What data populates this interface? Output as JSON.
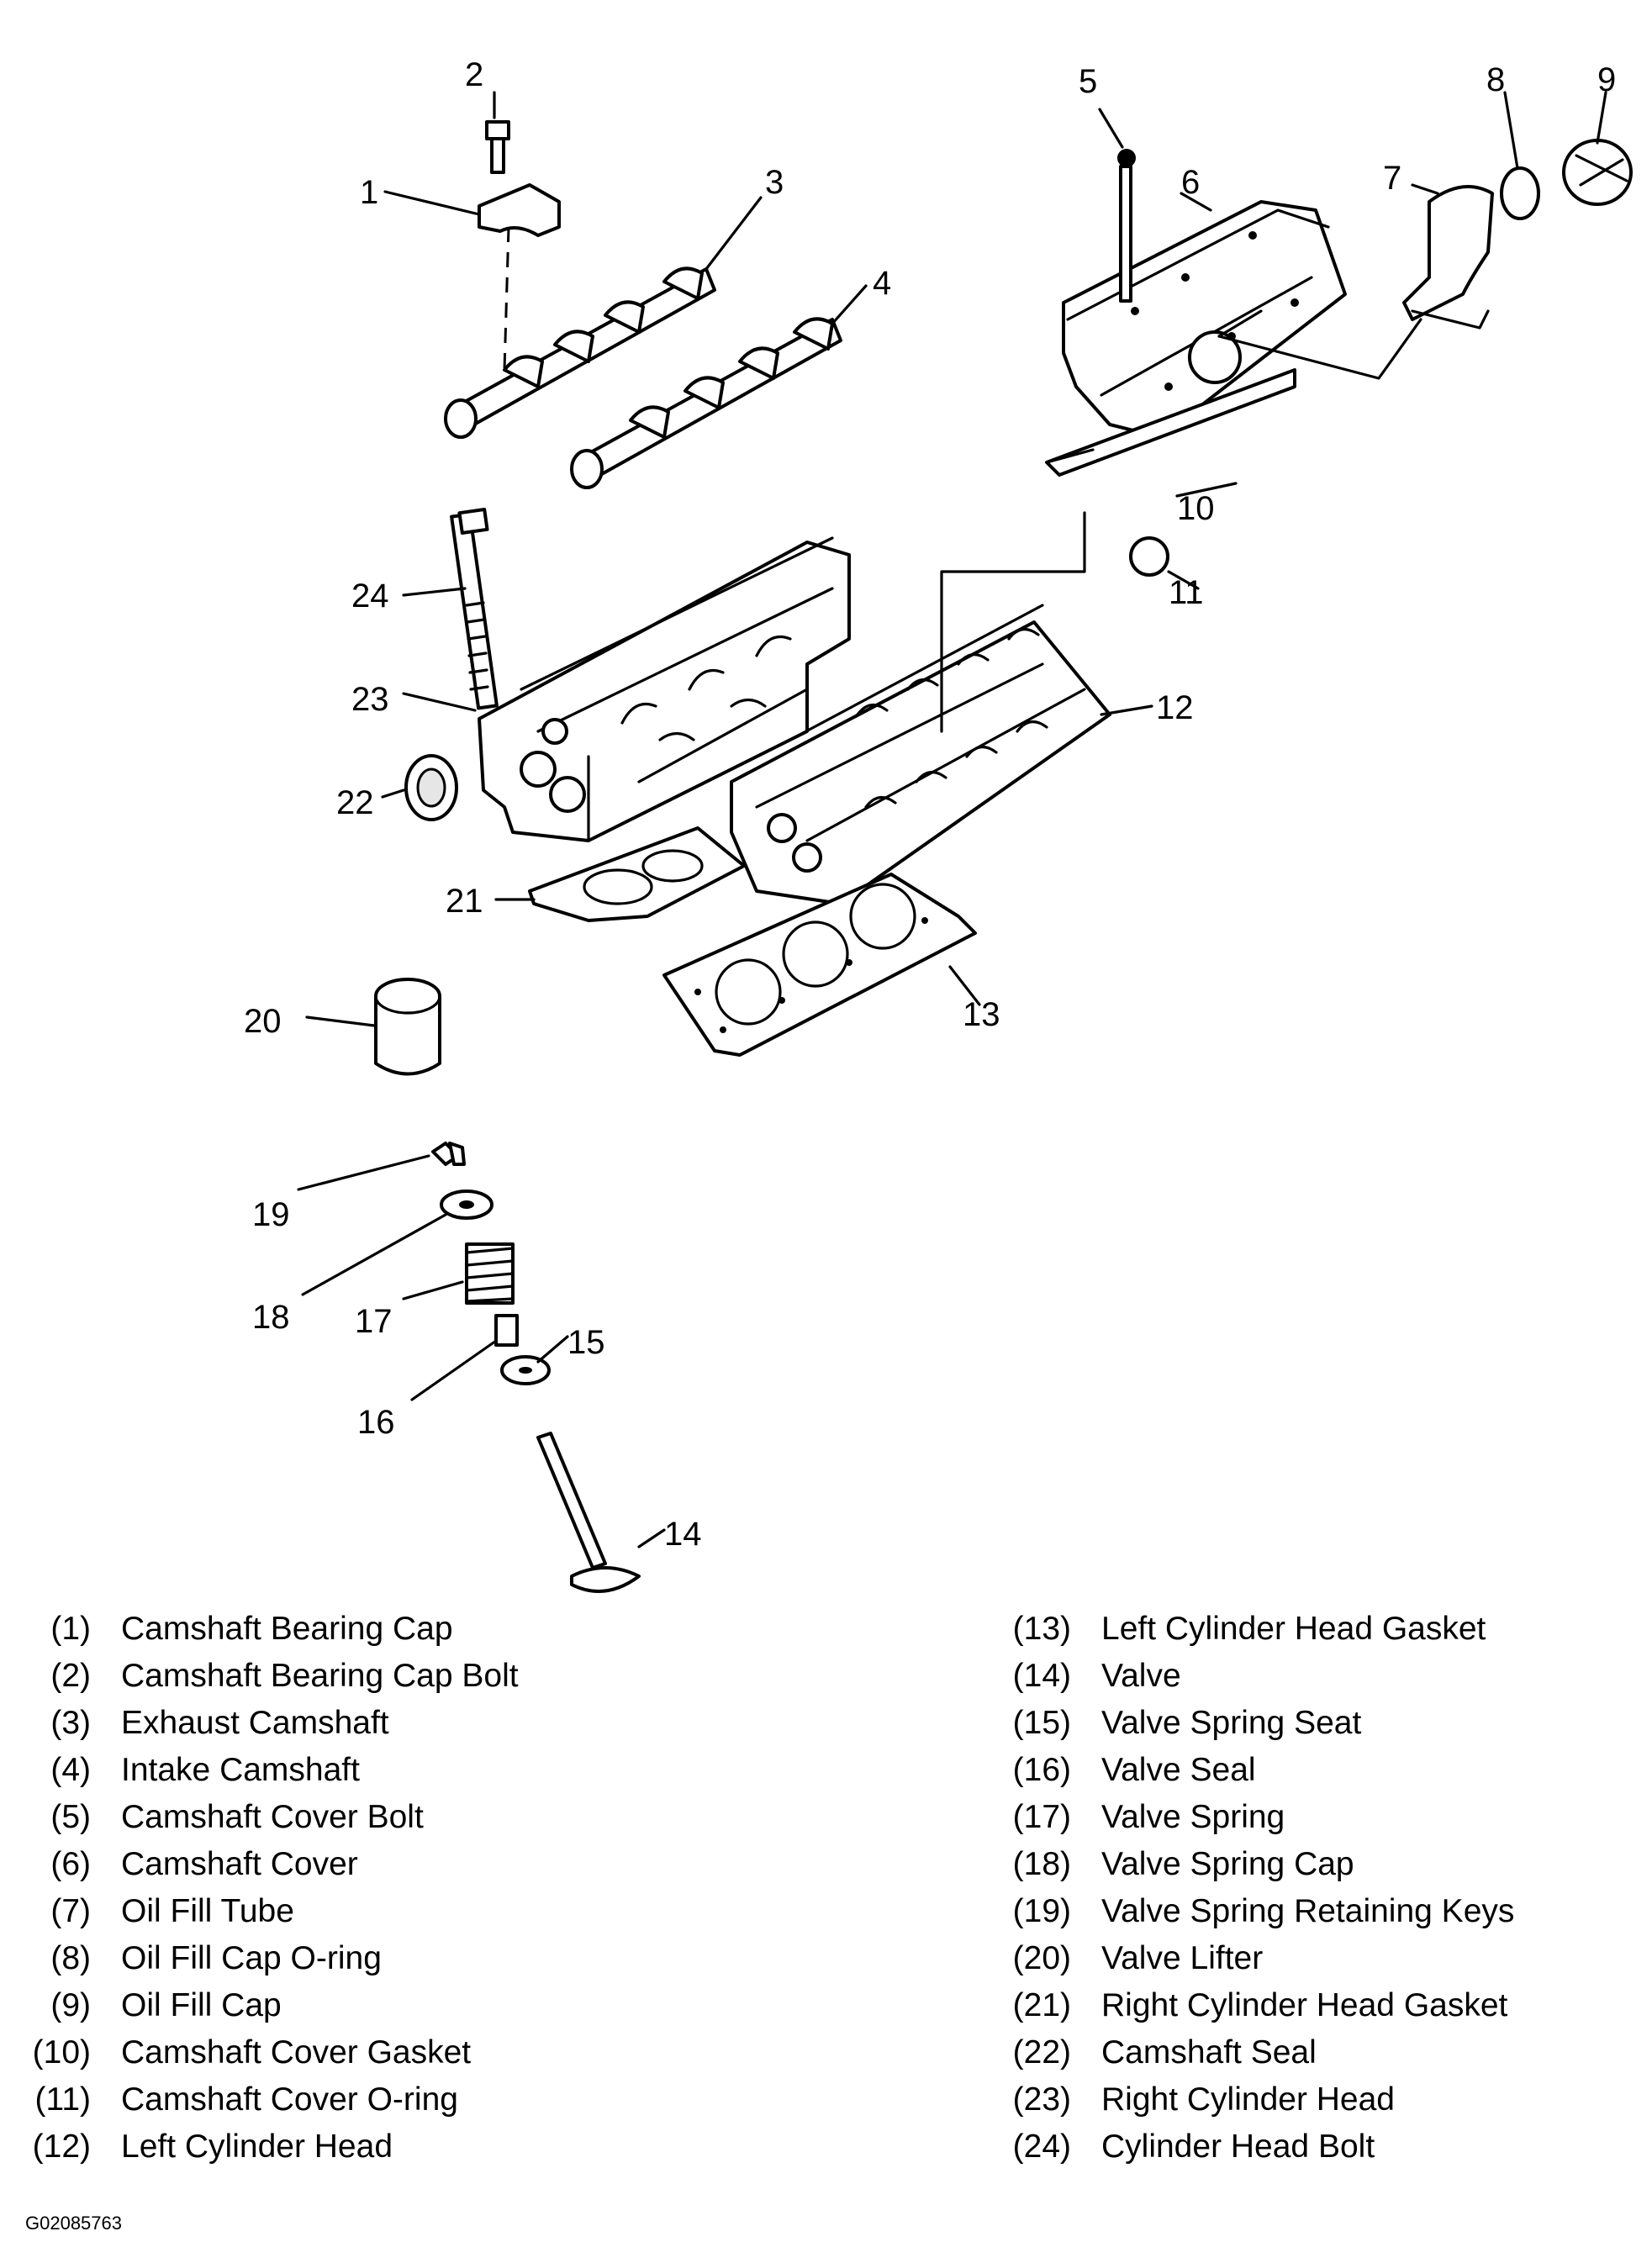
{
  "callouts": [
    "1",
    "2",
    "3",
    "4",
    "5",
    "6",
    "7",
    "8",
    "9",
    "10",
    "11",
    "12",
    "13",
    "14",
    "15",
    "16",
    "17",
    "18",
    "19",
    "20",
    "21",
    "22",
    "23",
    "24"
  ],
  "legend_left": [
    {
      "code": "(1)",
      "name": "Camshaft Bearing Cap"
    },
    {
      "code": "(2)",
      "name": "Camshaft Bearing Cap Bolt"
    },
    {
      "code": "(3)",
      "name": "Exhaust Camshaft"
    },
    {
      "code": "(4)",
      "name": "Intake Camshaft"
    },
    {
      "code": "(5)",
      "name": "Camshaft Cover Bolt"
    },
    {
      "code": "(6)",
      "name": "Camshaft Cover"
    },
    {
      "code": "(7)",
      "name": "Oil Fill Tube"
    },
    {
      "code": "(8)",
      "name": "Oil Fill Cap O-ring"
    },
    {
      "code": "(9)",
      "name": "Oil Fill Cap"
    },
    {
      "code": "(10)",
      "name": "Camshaft Cover Gasket"
    },
    {
      "code": "(11)",
      "name": "Camshaft Cover O-ring"
    },
    {
      "code": "(12)",
      "name": "Left Cylinder Head"
    }
  ],
  "legend_right": [
    {
      "code": "(13)",
      "name": "Left Cylinder Head Gasket"
    },
    {
      "code": "(14)",
      "name": "Valve"
    },
    {
      "code": "(15)",
      "name": "Valve Spring Seat"
    },
    {
      "code": "(16)",
      "name": "Valve Seal"
    },
    {
      "code": "(17)",
      "name": "Valve Spring"
    },
    {
      "code": "(18)",
      "name": "Valve Spring Cap"
    },
    {
      "code": "(19)",
      "name": "Valve Spring Retaining Keys"
    },
    {
      "code": "(20)",
      "name": "Valve Lifter"
    },
    {
      "code": "(21)",
      "name": "Right Cylinder Head Gasket"
    },
    {
      "code": "(22)",
      "name": "Camshaft Seal"
    },
    {
      "code": "(23)",
      "name": "Right Cylinder Head"
    },
    {
      "code": "(24)",
      "name": "Cylinder Head Bolt"
    }
  ],
  "figure_id": "G02085763"
}
